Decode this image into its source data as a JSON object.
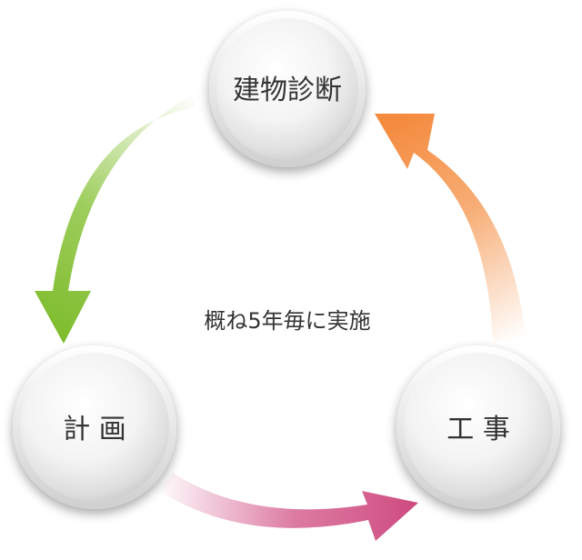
{
  "diagram": {
    "center_text": "概ね5年毎に実施",
    "nodes": [
      {
        "id": "diagnosis",
        "label": "建物診断"
      },
      {
        "id": "plan",
        "label": "計 画"
      },
      {
        "id": "construction",
        "label": "工 事"
      }
    ],
    "arrows": [
      {
        "from": "diagnosis",
        "to": "plan",
        "color": "#8cc43f"
      },
      {
        "from": "plan",
        "to": "construction",
        "color": "#d45a8b"
      },
      {
        "from": "construction",
        "to": "diagnosis",
        "color": "#f59a55"
      }
    ]
  }
}
